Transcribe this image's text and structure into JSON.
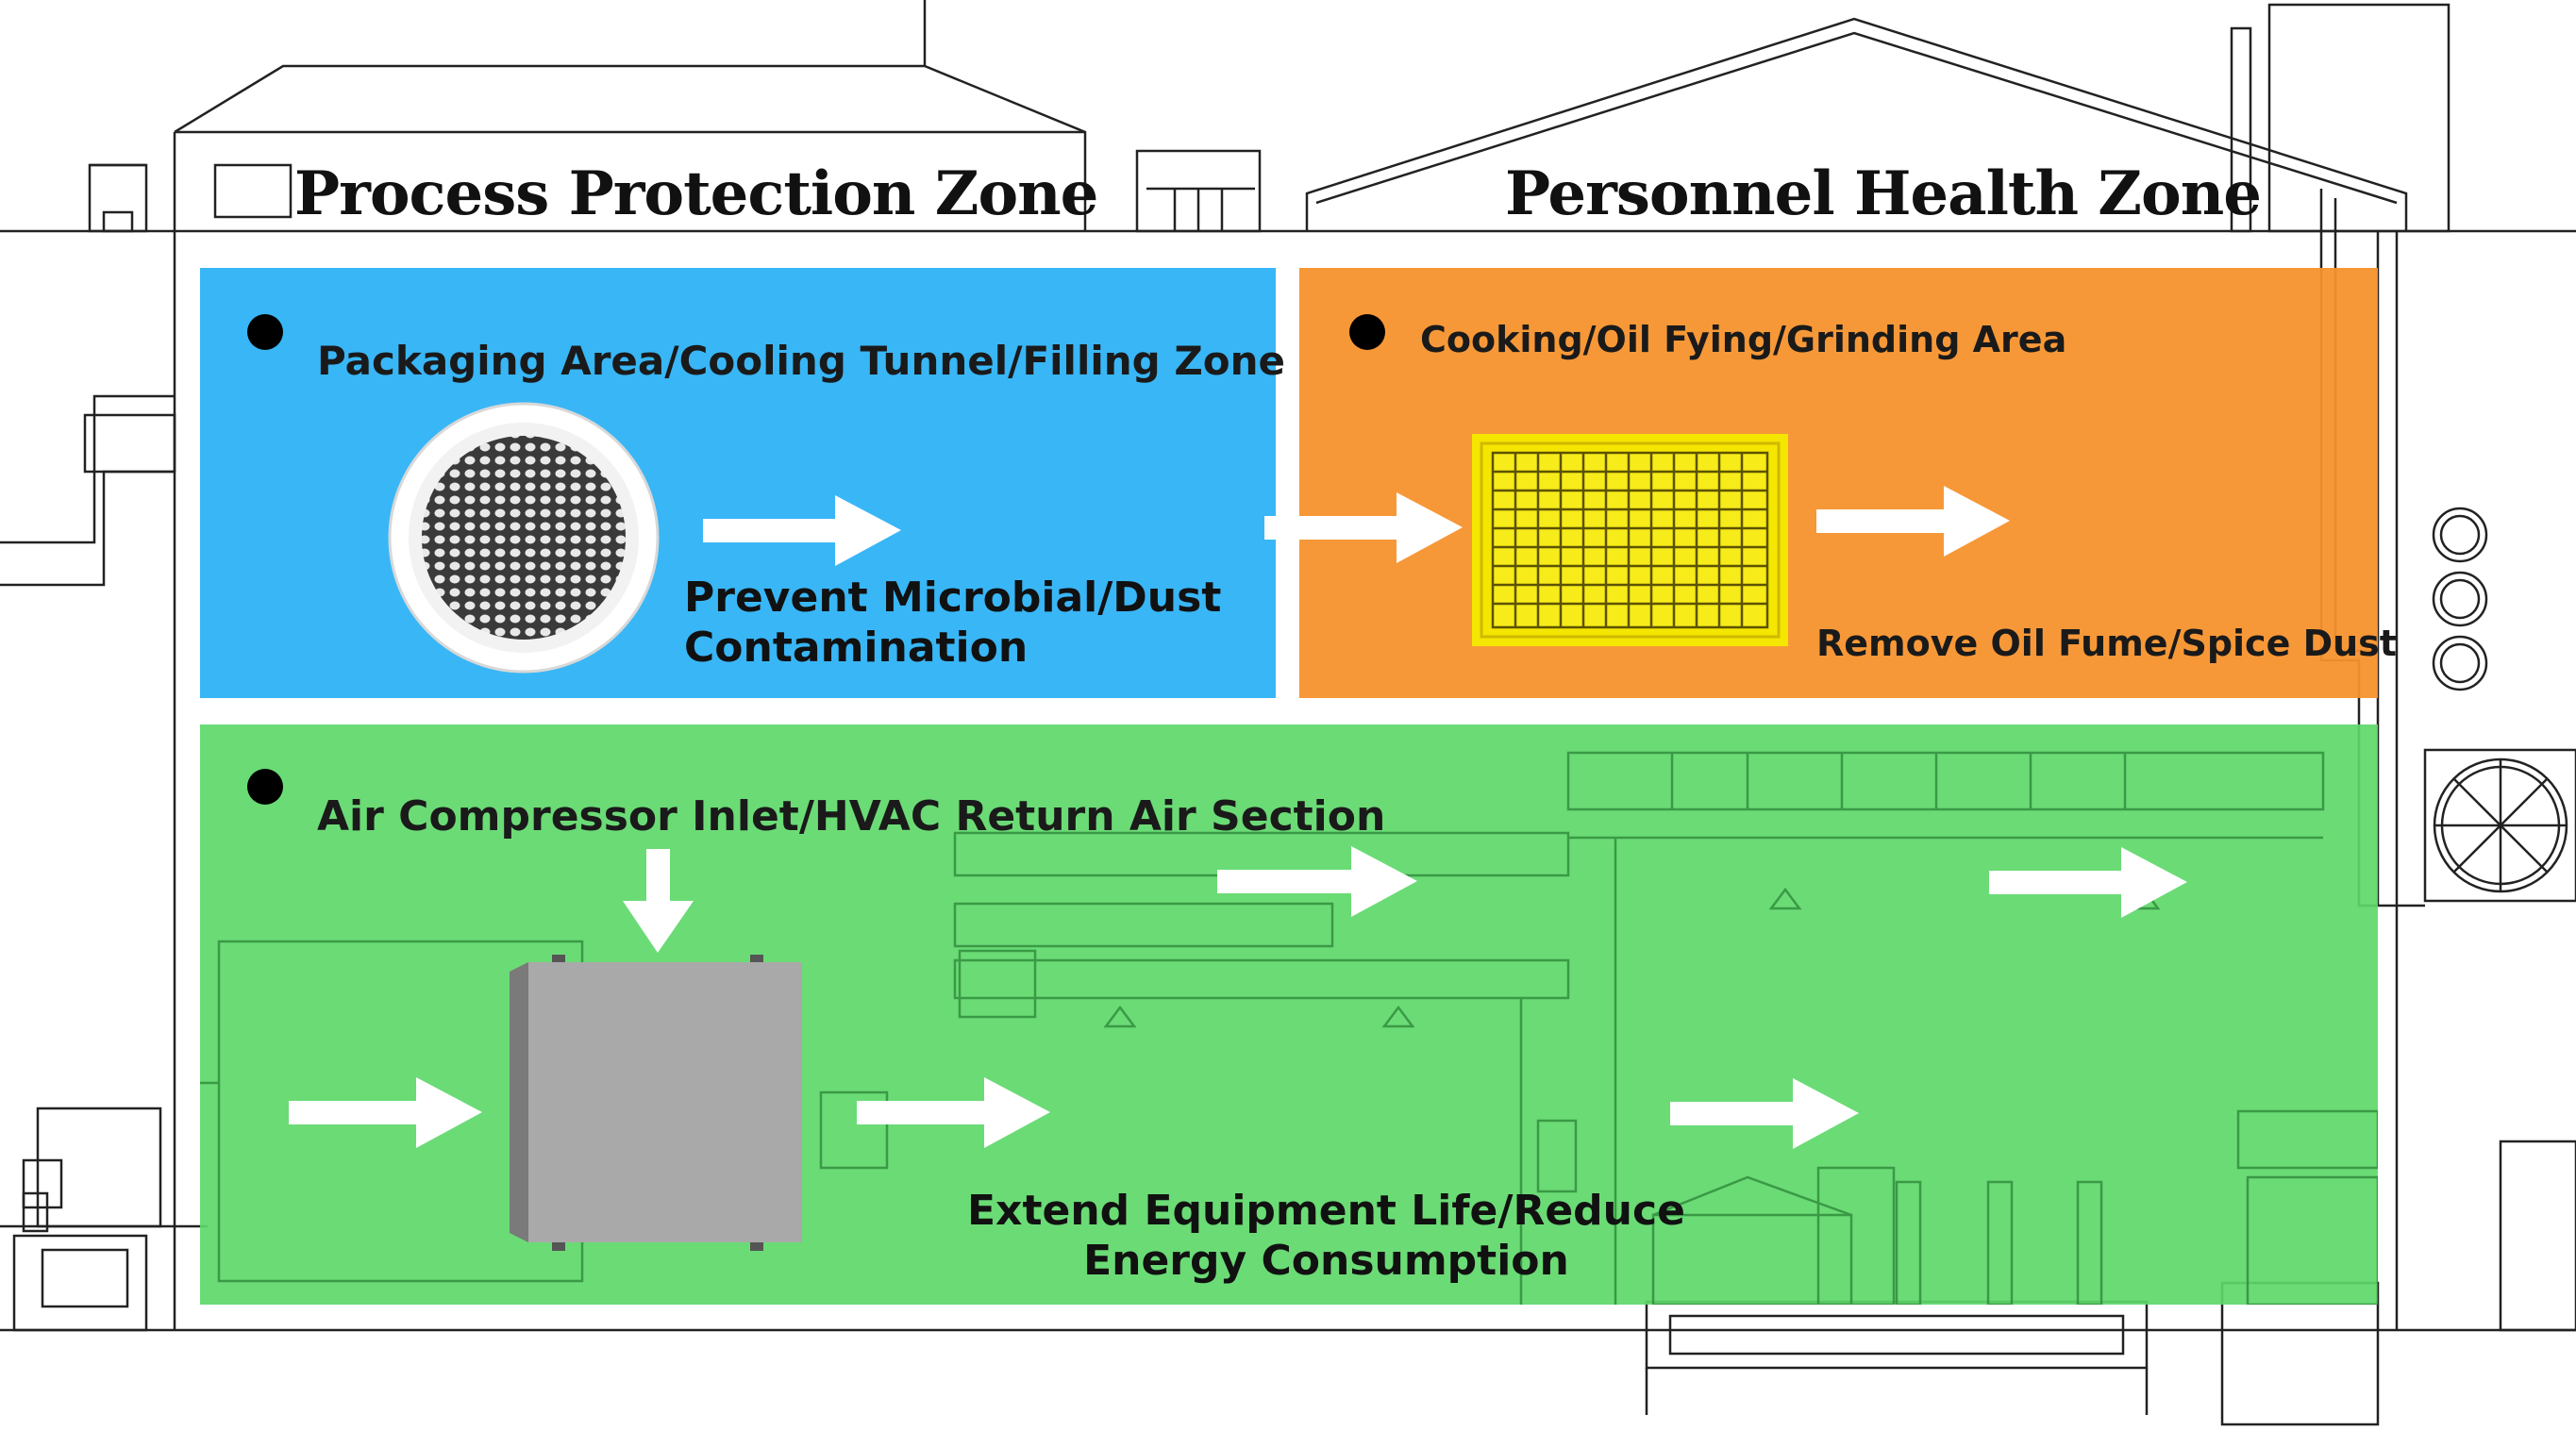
{
  "zones": {
    "process_title": "Process Protection Zone",
    "health_title": "Personnel Health Zone"
  },
  "panels": {
    "packaging": {
      "area": "Packaging Area/Cooling Tunnel/Filling Zone",
      "benefit_line1": "Prevent Microbial/Dust",
      "benefit_line2": "Contamination",
      "color": "#2ab0f5"
    },
    "cooking": {
      "area": "Cooking/Oil Fying/Grinding Area",
      "benefit": "Remove Oil Fume/Spice Dust",
      "color": "#f7922d"
    },
    "compressor": {
      "area": "Air Compressor Inlet/HVAC Return Air Section",
      "benefit_line1": "Extend Equipment Life/Reduce",
      "benefit_line2": "Energy Consumption",
      "color": "#5ed86a"
    }
  },
  "icons": {
    "round_filter": "round-mesh-filter-icon",
    "panel_filter": "yellow-panel-filter-icon",
    "box_filter": "grey-box-filter-icon"
  }
}
